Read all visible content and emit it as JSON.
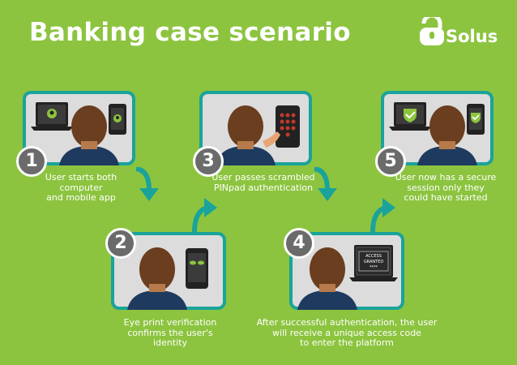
{
  "header": {
    "title": "Banking case scenario",
    "brand": "Solus"
  },
  "steps": [
    {
      "number": "1",
      "caption": "User starts both\ncomputer\nand mobile app"
    },
    {
      "number": "2",
      "caption": "Eye print verification\nconfirms the user's\nidentity"
    },
    {
      "number": "3",
      "caption": "User passes scrambled\nPINpad authentication"
    },
    {
      "number": "4",
      "caption": "After successful authentication, the user\nwill receive a unique access code\nto enter the platform"
    },
    {
      "number": "5",
      "caption": "User now has a secure\nsession only they\ncould have started"
    }
  ],
  "screen4": {
    "line1": "ACCESS",
    "line2": "GRANTED",
    "code": "****"
  },
  "colors": {
    "background": "#8cc43f",
    "teal": "#1aa39a",
    "panel_bg": "#dcdcdc",
    "badge": "#6b6b6b"
  }
}
